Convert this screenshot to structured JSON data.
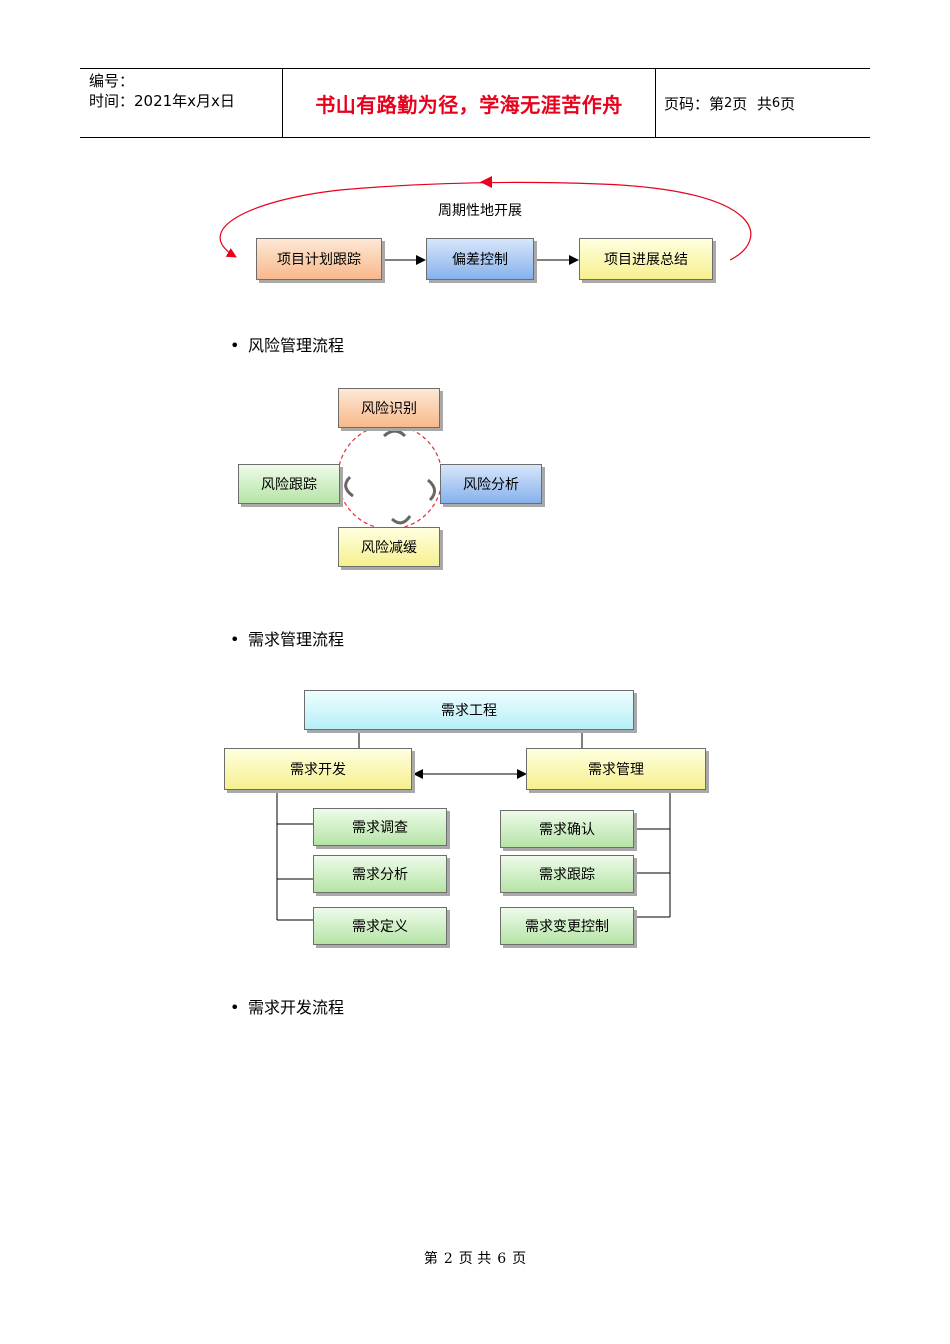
{
  "header": {
    "serial_label": "编号：",
    "date_line": "时间：2021年x月x日",
    "motto": "书山有路勤为径，学海无涯苦作舟",
    "page_label": "页码：第",
    "page_num": "2",
    "page_mid": "页  共",
    "page_total": "6",
    "page_end": "页"
  },
  "cycle_diagram": {
    "loop_label": "周期性地开展",
    "boxes": [
      "项目计划跟踪",
      "偏差控制",
      "项目进展总结"
    ]
  },
  "sections": {
    "risk_title": "风险管理流程",
    "req_title": "需求管理流程",
    "dev_title": "需求开发流程"
  },
  "risk_diagram": {
    "identify": "风险识别",
    "analyze": "风险分析",
    "mitigate": "风险减缓",
    "track": "风险跟踪"
  },
  "req_diagram": {
    "root": "需求工程",
    "dev": "需求开发",
    "mgmt": "需求管理",
    "dev_children": [
      "需求调查",
      "需求分析",
      "需求定义"
    ],
    "mgmt_children": [
      "需求确认",
      "需求跟踪",
      "需求变更控制"
    ]
  },
  "footer": {
    "prefix": "第",
    "page": "2",
    "mid": "页 共",
    "total": "6",
    "suffix": "页"
  },
  "colors": {
    "motto": "#e8001c",
    "loop_arrow": "#e8001c",
    "risk_circle": "#e0303a"
  }
}
